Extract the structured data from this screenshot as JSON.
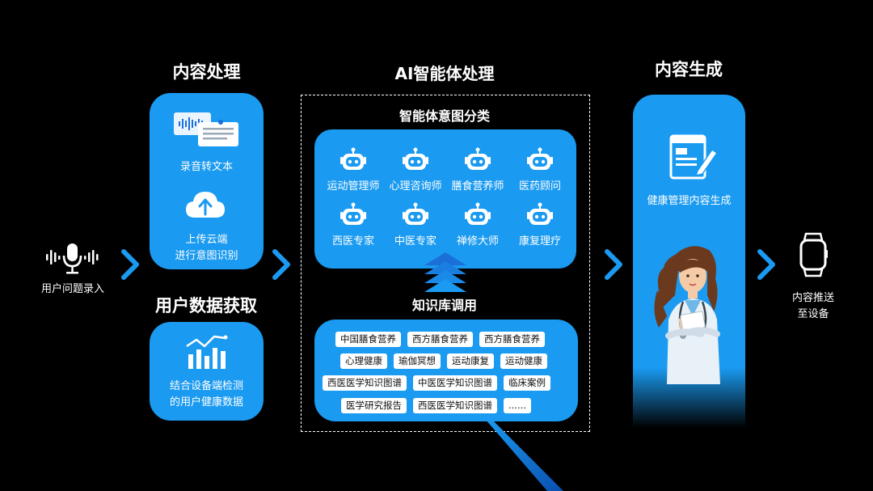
{
  "input": {
    "label": "用户问题录入"
  },
  "content_processing": {
    "title": "内容处理",
    "step1": "录音转文本",
    "step2_line1": "上传云端",
    "step2_line2": "进行意图识别"
  },
  "user_data": {
    "title": "用户数据获取",
    "line1": "结合设备端检测",
    "line2": "的用户健康数据"
  },
  "ai_agent": {
    "title": "AI智能体处理",
    "intent_title": "智能体意图分类",
    "agents": [
      "运动管理师",
      "心理咨询师",
      "膳食营养师",
      "医药顾问",
      "西医专家",
      "中医专家",
      "禅修大师",
      "康复理疗"
    ],
    "kb_title": "知识库调用",
    "kb_tags": [
      [
        "中国膳食营养",
        "西方膳食营养",
        "西方膳食营养"
      ],
      [
        "心理健康",
        "瑜伽冥想",
        "运动康复",
        "运动健康"
      ],
      [
        "西医医学知识图谱",
        "中医医学知识图谱",
        "临床案例"
      ],
      [
        "医学研究报告",
        "西医医学知识图谱",
        "......"
      ]
    ]
  },
  "content_gen": {
    "title": "内容生成",
    "label": "健康管理内容生成"
  },
  "output": {
    "line1": "内容推送",
    "line2": "至设备"
  },
  "colors": {
    "accent": "#1a9af0",
    "background": "#000000"
  }
}
